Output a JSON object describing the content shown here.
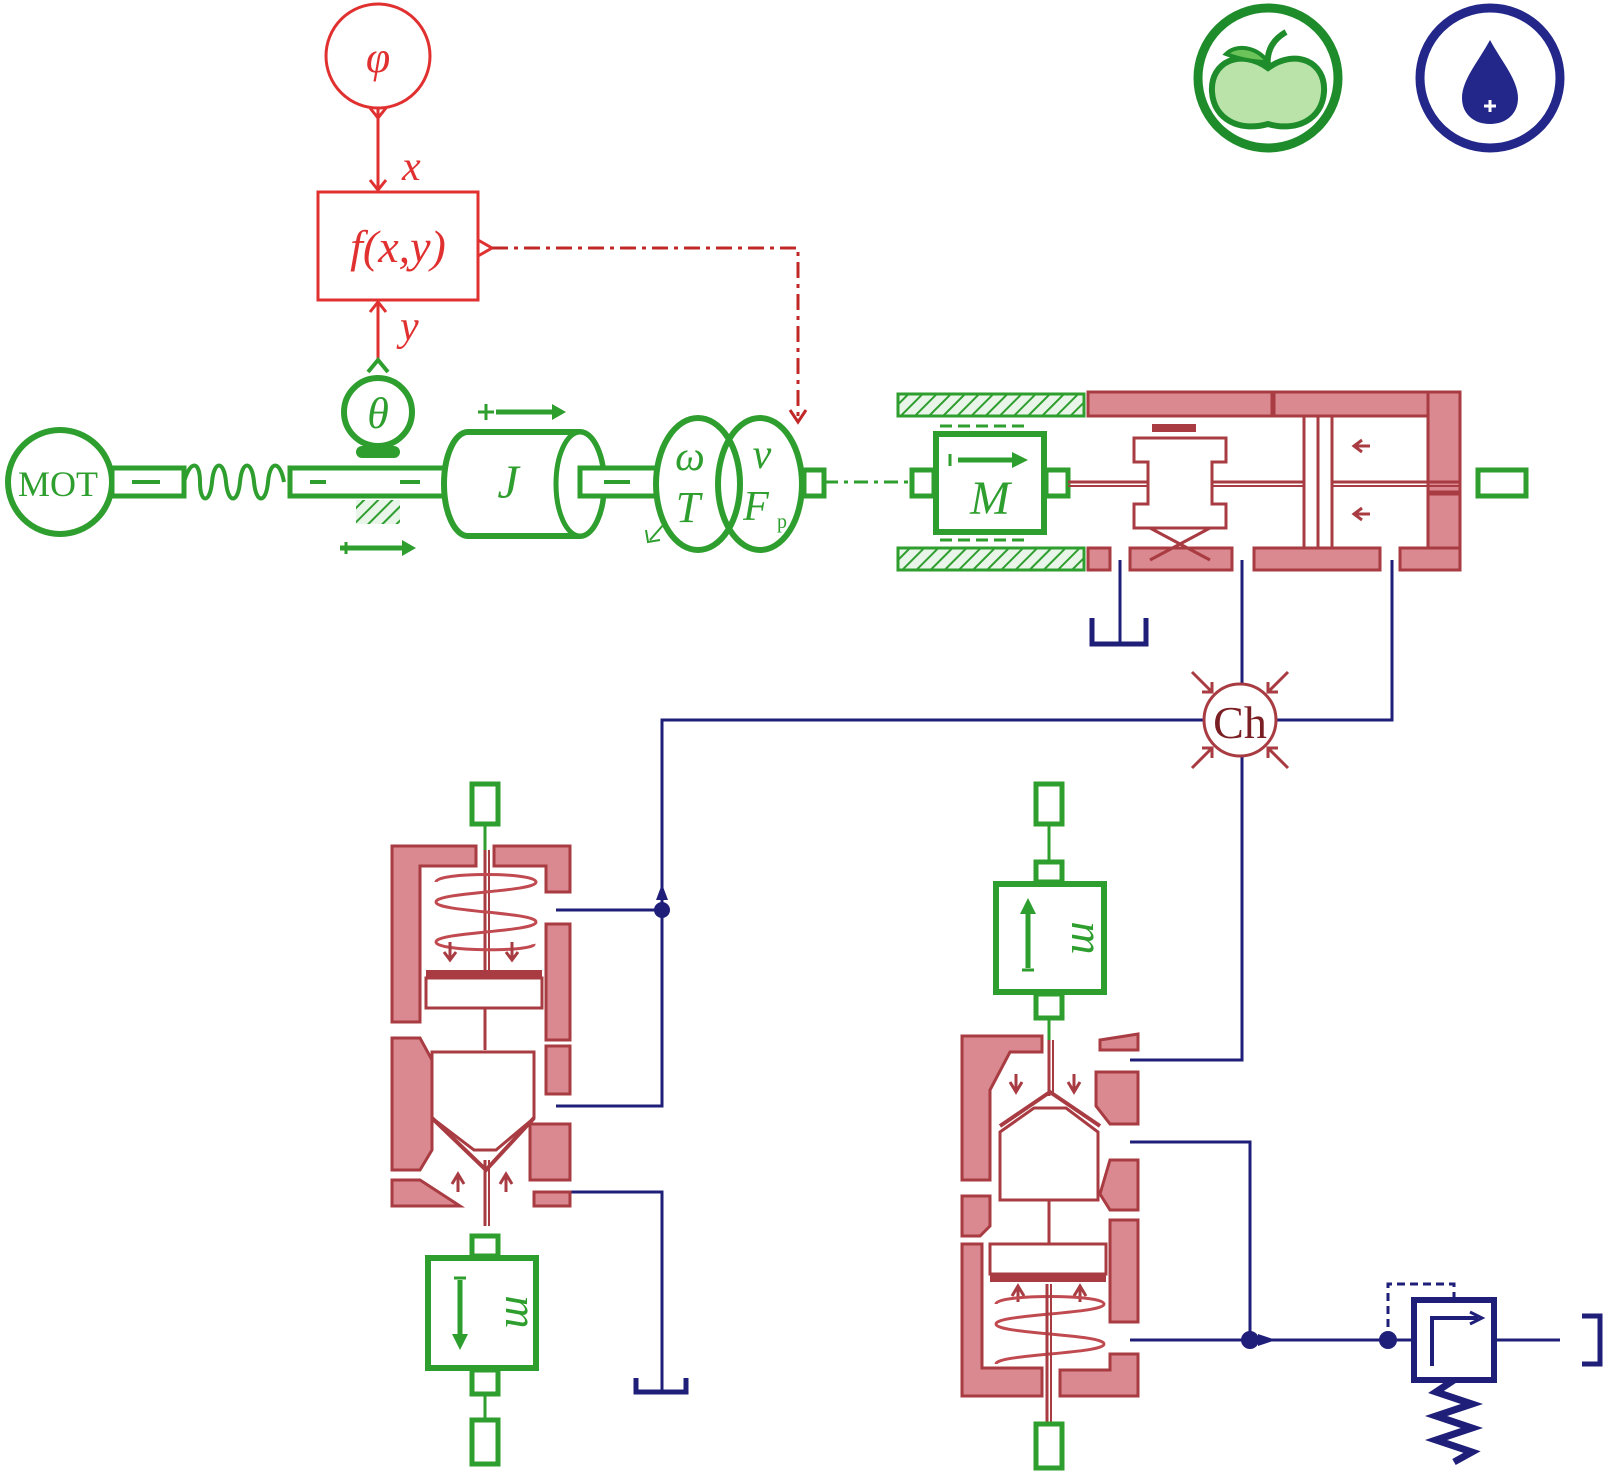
{
  "colors": {
    "mechanical": "#2e9e2e",
    "signal": "#e03030",
    "hydraulic_body": "#d9898f",
    "hydraulic_edge": "#a83c42",
    "pipe": "#1f1f7a",
    "library_mech": "#1e8c2a",
    "library_hyd": "#23278a"
  },
  "icons": {
    "mechanical_library": "apple-icon",
    "hydraulic_library": "drop-icon"
  },
  "labels": {
    "phi": "φ",
    "x": "x",
    "y": "y",
    "func": "f(x,y)",
    "theta": "θ",
    "motor": "MOT",
    "inertia": "J",
    "omega": "ω",
    "torque": "T",
    "v": "v",
    "force": "F",
    "force_sub": "p",
    "mass_large": "M",
    "chamber": "Ch",
    "mass_left": "m",
    "mass_right": "m"
  }
}
